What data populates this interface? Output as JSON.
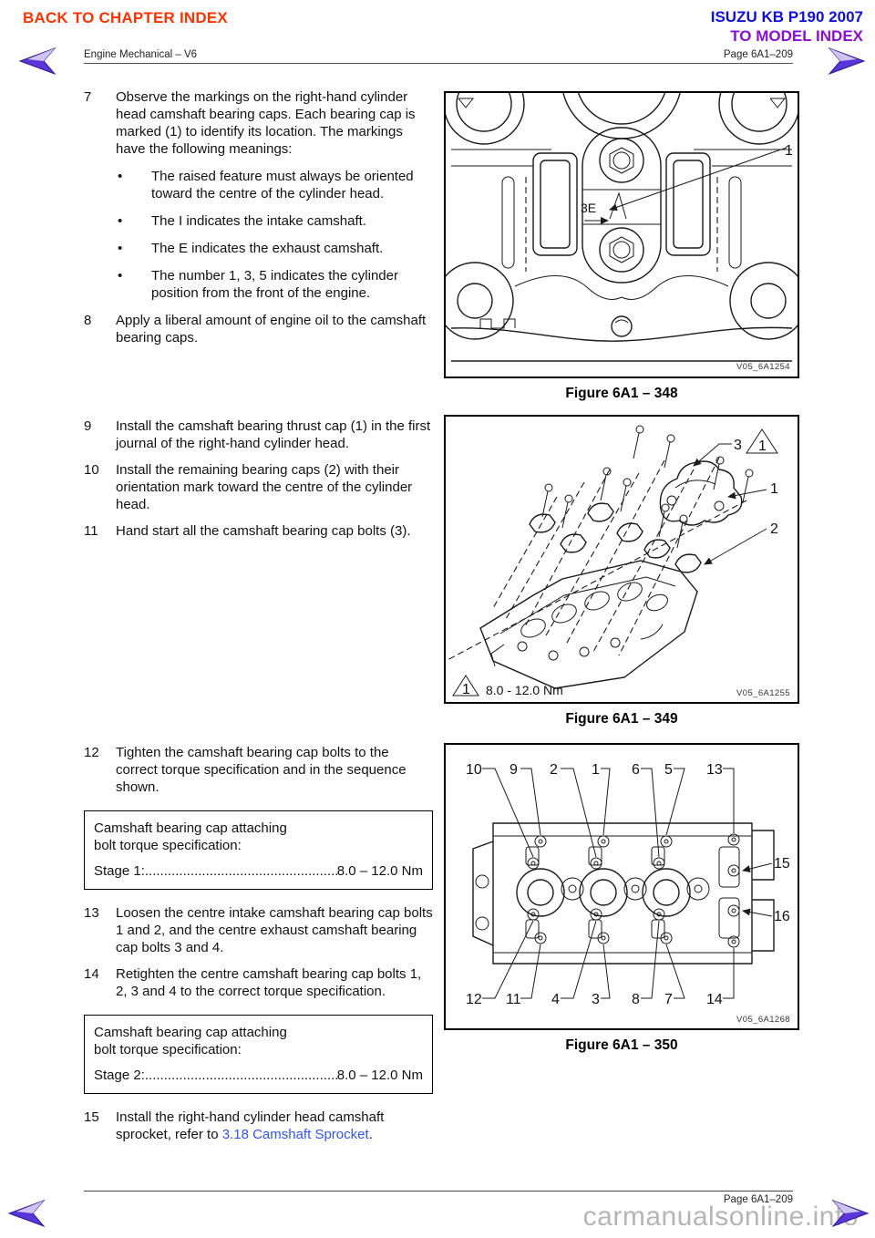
{
  "header": {
    "back_link": "BACK TO CHAPTER INDEX",
    "brand": "ISUZU KB P190 2007",
    "model_index": "TO MODEL INDEX",
    "section": "Engine Mechanical – V6",
    "page": "Page 6A1–209"
  },
  "colors": {
    "back_link": "#ff3300",
    "brand_blue": "#0f0fd6",
    "model_purple": "#8a10cc",
    "ref_link_blue": "#3355ee",
    "nav_arrow_purple": "#5a35d8",
    "watermark_gray": "#b5b5b5"
  },
  "instructions": [
    {
      "num": "7",
      "text": "Observe the markings on the right-hand cylinder head camshaft bearing caps. Each bearing cap is marked (1) to identify its location. The markings have the following meanings:",
      "bullets": [
        "The raised feature must always be oriented toward the centre of the cylinder head.",
        "The I indicates the intake camshaft.",
        "The E indicates the exhaust camshaft.",
        "The number 1, 3, 5 indicates the cylinder position from the front of the engine."
      ]
    },
    {
      "num": "8",
      "text": "Apply a liberal amount of engine oil to the camshaft bearing caps."
    },
    {
      "num": "9",
      "text": "Install the camshaft bearing thrust cap (1) in the first journal of the right-hand cylinder head."
    },
    {
      "num": "10",
      "text": "Install the remaining bearing caps (2) with their orientation mark toward the centre of the cylinder head."
    },
    {
      "num": "11",
      "text": "Hand start all the camshaft bearing cap bolts (3)."
    },
    {
      "num": "12",
      "text": "Tighten the camshaft bearing cap bolts to the correct torque specification and in the sequence shown."
    },
    {
      "num": "13",
      "text": "Loosen the centre intake camshaft bearing cap bolts 1 and 2, and the centre exhaust camshaft bearing cap bolts 3 and 4."
    },
    {
      "num": "14",
      "text": "Retighten the centre camshaft bearing cap bolts 1, 2, 3 and 4 to the correct torque specification."
    },
    {
      "num": "15",
      "text_before": "Install the right-hand cylinder head camshaft sprocket, refer to ",
      "link_text": "3.18  Camshaft Sprocket",
      "text_after": "."
    }
  ],
  "torque_boxes": [
    {
      "line1": "Camshaft bearing cap attaching",
      "line2": "bolt torque specification:",
      "stage": "Stage 1: ",
      "dots": "........................................................................................................................",
      "value": "8.0 – 12.0 Nm"
    },
    {
      "line1": "Camshaft bearing cap attaching",
      "line2": "bolt torque specification:",
      "stage": "Stage 2: ",
      "dots": "........................................................................................................................",
      "value": "8.0 – 12.0 Nm"
    }
  ],
  "figures": [
    {
      "caption": "Figure 6A1 – 348",
      "code": "V05_6A1254",
      "callout_1": "1",
      "marking": "3E"
    },
    {
      "caption": "Figure 6A1 – 349",
      "code": "V05_6A1255",
      "callout_3": "3",
      "callout_1": "1",
      "callout_2": "2",
      "tri_label": "1",
      "torque_note": "8.0 - 12.0 Nm"
    },
    {
      "caption": "Figure 6A1 – 350",
      "code": "V05_6A1268",
      "seq_top": [
        "10",
        "9",
        "2",
        "1",
        "6",
        "5",
        "13"
      ],
      "seq_right": [
        "15",
        "16"
      ],
      "seq_bottom": [
        "12",
        "11",
        "4",
        "3",
        "8",
        "7",
        "14"
      ]
    }
  ],
  "footer": {
    "page": "Page 6A1–209",
    "watermark": "carmanualsonline.info"
  }
}
